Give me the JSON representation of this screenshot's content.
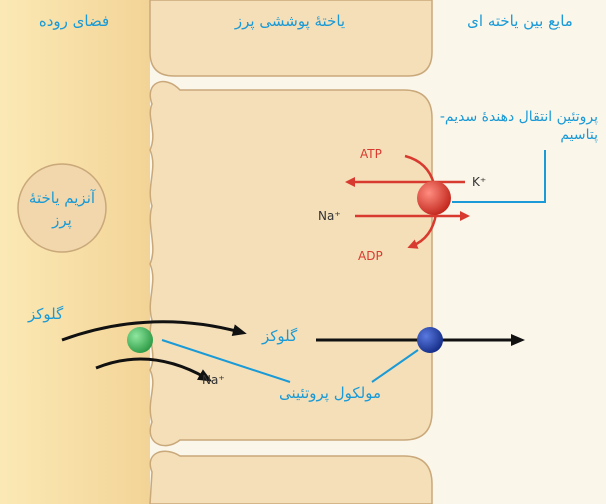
{
  "regions": {
    "lumen": "فضای روده",
    "epithelial_cell": "یاختهٔ پوششی پرز",
    "interstitial_fluid": "مایع بین یاخته ای"
  },
  "labels": {
    "enzyme": "آنزیم یاختهٔ پرز",
    "pump": "پروتئین انتقال دهندهٔ سدیم-پتاسیم",
    "glucose_lumen": "گلوکز",
    "glucose_cell": "گلوکز",
    "protein_molecule": "مولکول پروتئینی"
  },
  "chemicals": {
    "atp": "ATP",
    "adp": "ADP",
    "k": "K⁺",
    "na_pump": "Na⁺",
    "na_cotransport": "Na⁺"
  },
  "colors": {
    "label_blue": "#1a9ad6",
    "cell_fill": "#f4dfb9",
    "cell_edge": "#c9a87a",
    "lumen_fill": "#f6dca0",
    "fluid_fill": "#fbf6ea",
    "pump_red": "#d93a2f",
    "symporter_green": "#3fba5c",
    "transporter_blue": "#1e3ea8"
  }
}
